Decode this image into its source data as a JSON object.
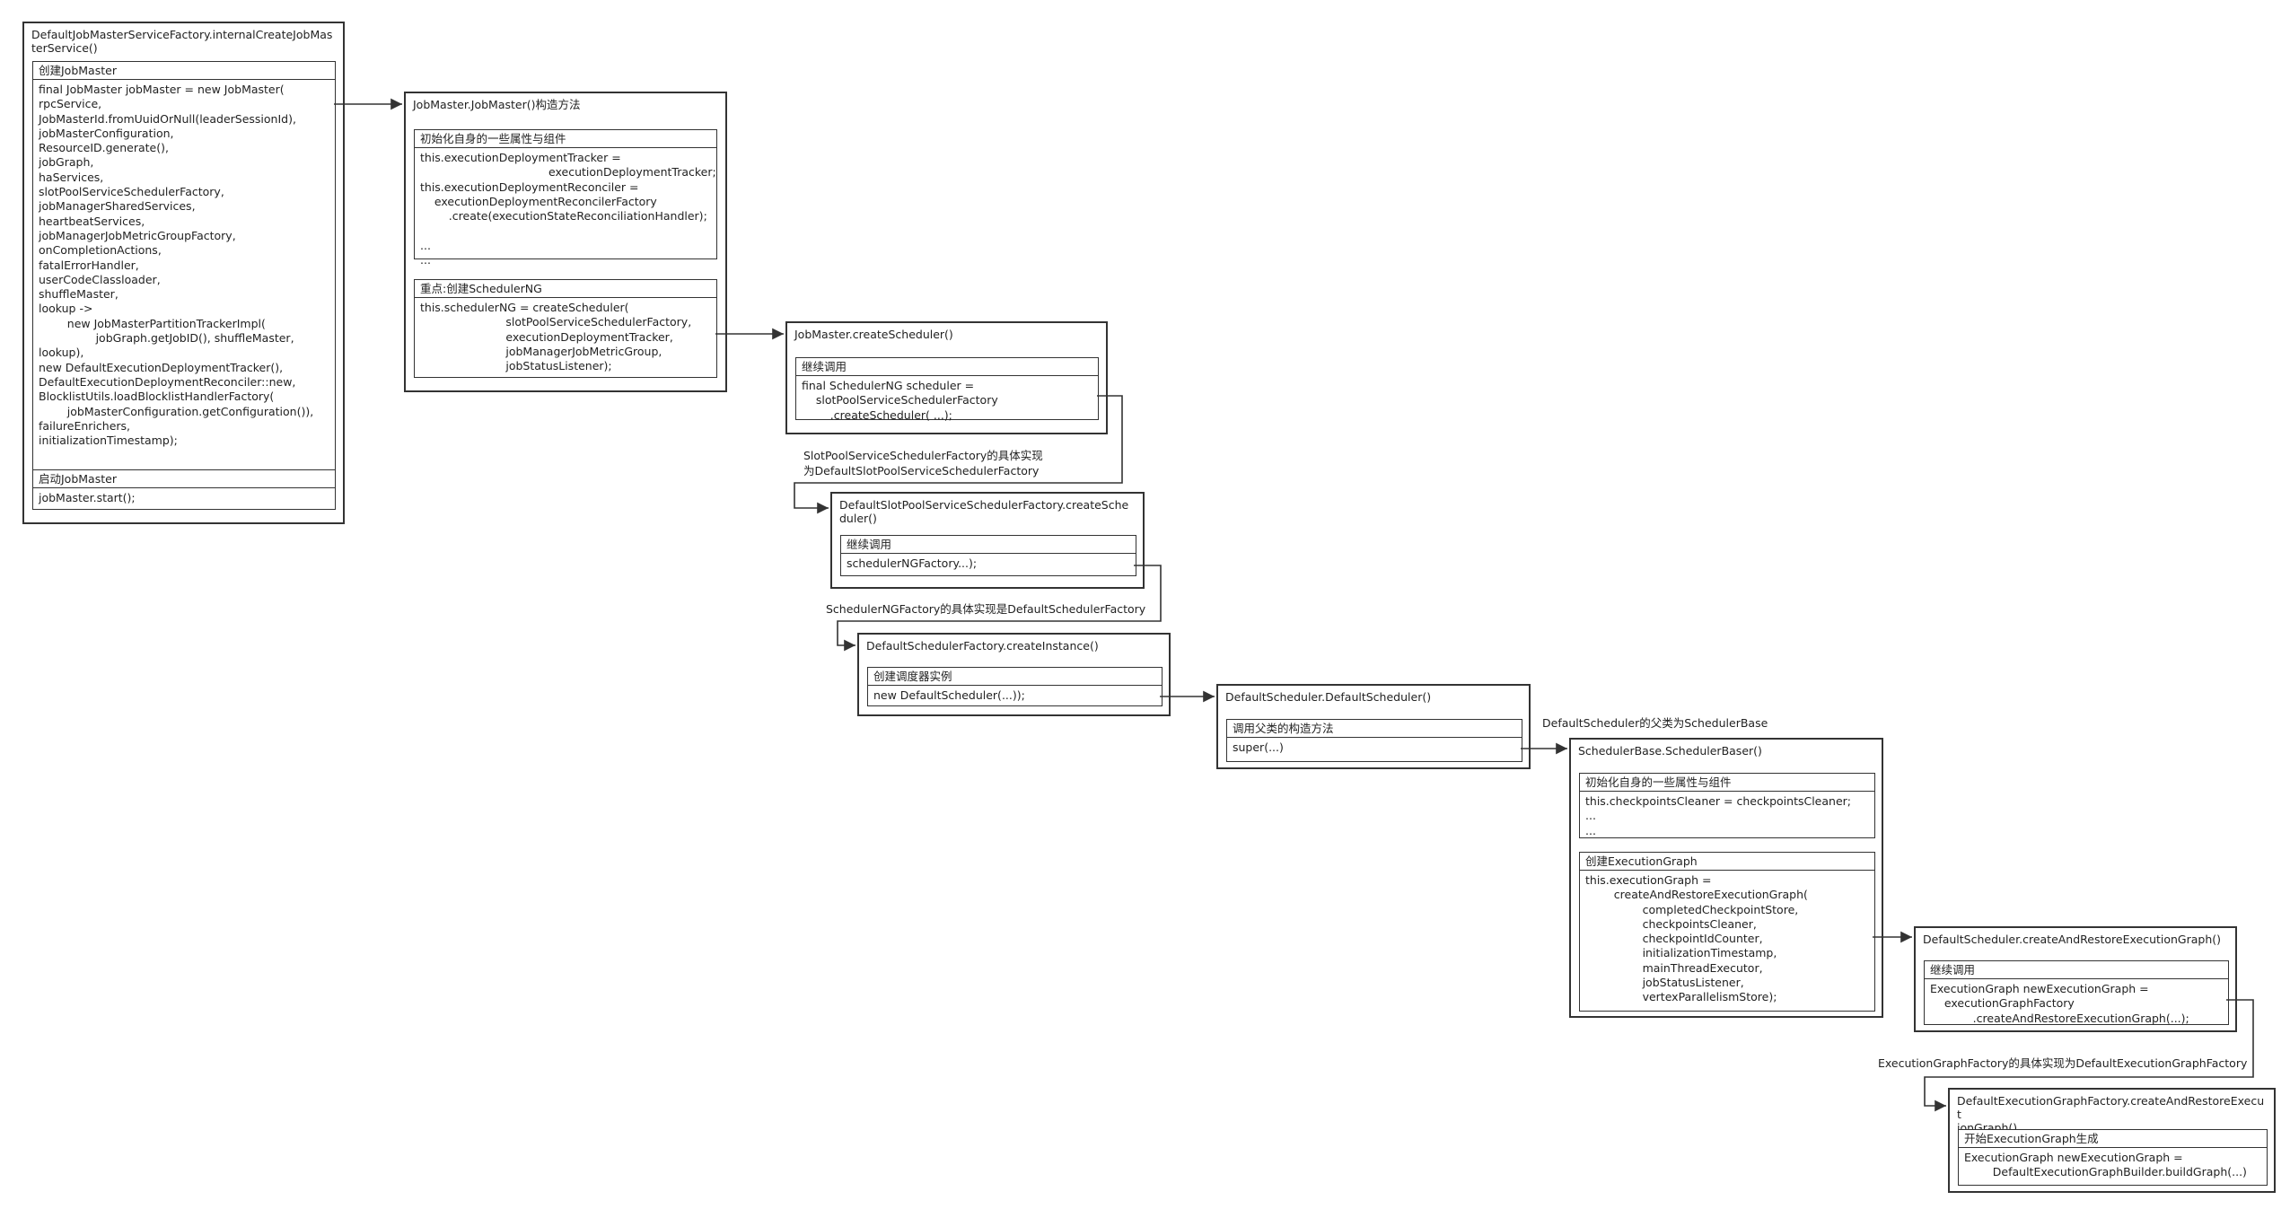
{
  "boxes": {
    "b1": {
      "title": "DefaultJobMasterServiceFactory.internalCreateJobMas\nterService()",
      "s1_head": "创建JobMaster",
      "s1_body": "final JobMaster jobMaster = new JobMaster(\nrpcService,\nJobMasterId.fromUuidOrNull(leaderSessionId),\njobMasterConfiguration,\nResourceID.generate(),\njobGraph,\nhaServices,\nslotPoolServiceSchedulerFactory,\njobManagerSharedServices,\nheartbeatServices,\njobManagerJobMetricGroupFactory,\nonCompletionActions,\nfatalErrorHandler,\nuserCodeClassloader,\nshuffleMaster,\nlookup ->\n        new JobMasterPartitionTrackerImpl(\n                jobGraph.getJobID(), shuffleMaster,\nlookup),\nnew DefaultExecutionDeploymentTracker(),\nDefaultExecutionDeploymentReconciler::new,\nBlocklistUtils.loadBlocklistHandlerFactory(\n        jobMasterConfiguration.getConfiguration()),\nfailureEnrichers,\ninitializationTimestamp);",
      "s2_head": "启动JobMaster",
      "s2_body": "jobMaster.start();"
    },
    "b2": {
      "title": "JobMaster.JobMaster()构造方法",
      "s1_head": "初始化自身的一些属性与组件",
      "s1_body": "this.executionDeploymentTracker =\n                                    executionDeploymentTracker;\nthis.executionDeploymentReconciler =\n    executionDeploymentReconcilerFactory\n        .create(executionStateReconciliationHandler);\n\n...\n...",
      "s2_head": "重点:创建SchedulerNG",
      "s2_body": "this.schedulerNG = createScheduler(\n                        slotPoolServiceSchedulerFactory,\n                        executionDeploymentTracker,\n                        jobManagerJobMetricGroup,\n                        jobStatusListener);"
    },
    "b3": {
      "title": "JobMaster.createScheduler()",
      "s1_head": "继续调用",
      "s1_body": "final SchedulerNG scheduler =\n    slotPoolServiceSchedulerFactory\n        .createScheduler( ...);"
    },
    "b4": {
      "title": "DefaultSlotPoolServiceSchedulerFactory.createSche\nduler()",
      "s1_head": "继续调用",
      "s1_body": "schedulerNGFactory...);"
    },
    "b5": {
      "title": "DefaultSchedulerFactory.createInstance()",
      "s1_head": "创建调度器实例",
      "s1_body": "new DefaultScheduler(...));"
    },
    "b6": {
      "title": "DefaultScheduler.DefaultScheduler()",
      "s1_head": "调用父类的构造方法",
      "s1_body": "super(...)"
    },
    "b7": {
      "title": "SchedulerBase.SchedulerBaser()",
      "s1_head": "初始化自身的一些属性与组件",
      "s1_body": "this.checkpointsCleaner = checkpointsCleaner;\n...\n...",
      "s2_head": "创建ExecutionGraph",
      "s2_body": "this.executionGraph =\n        createAndRestoreExecutionGraph(\n                completedCheckpointStore,\n                checkpointsCleaner,\n                checkpointIdCounter,\n                initializationTimestamp,\n                mainThreadExecutor,\n                jobStatusListener,\n                vertexParallelismStore);"
    },
    "b8": {
      "title": "DefaultScheduler.createAndRestoreExecutionGraph()",
      "s1_head": "继续调用",
      "s1_body": "ExecutionGraph newExecutionGraph =\n    executionGraphFactory\n            .createAndRestoreExecutionGraph(...);"
    },
    "b9": {
      "title": "DefaultExecutionGraphFactory.createAndRestoreExecut\nionGraph()",
      "s1_head": "开始ExecutionGraph生成",
      "s1_body": "ExecutionGraph newExecutionGraph =\n        DefaultExecutionGraphBuilder.buildGraph(...)"
    }
  },
  "notes": {
    "n1": "SlotPoolServiceSchedulerFactory的具体实现\n为DefaultSlotPoolServiceSchedulerFactory",
    "n2": "SchedulerNGFactory的具体实现是DefaultSchedulerFactory",
    "n3": "DefaultScheduler的父类为SchedulerBase",
    "n4": "ExecutionGraphFactory的具体实现为DefaultExecutionGraphFactory"
  },
  "colors": {
    "line": "#333333",
    "background": "#ffffff"
  }
}
